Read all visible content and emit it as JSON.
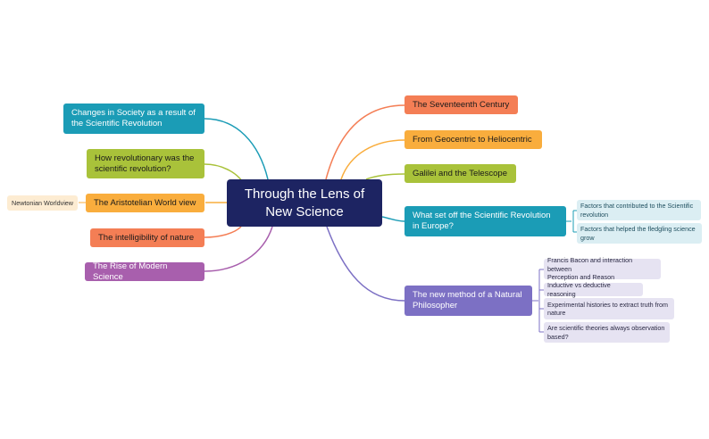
{
  "central_topic": {
    "line1": "Through the Lens of",
    "line2": "New Science"
  },
  "left_topics": [
    {
      "line1": "Changes in Society as a result of",
      "line2": "the Scientific Revolution",
      "color": "#1b9cb6"
    },
    {
      "line1": "How revolutionary was the",
      "line2": "scientific revolution?",
      "color": "#a9c23a"
    },
    {
      "label": "The Aristotelian World view",
      "color": "#f9ad3d"
    },
    {
      "label": "The intelligibility of nature",
      "color": "#f47e55"
    },
    {
      "label": "The Rise of Modern Science",
      "color": "#a85fad"
    }
  ],
  "floating_topic": {
    "label": "Newtonian Worldview"
  },
  "right_topics": [
    {
      "label": "The Seventeenth Century",
      "color": "#f47e55"
    },
    {
      "label": "From Geocentric to Heliocentric",
      "color": "#f9ad3d"
    },
    {
      "label": "Galilei and the Telescope",
      "color": "#a9c23a"
    },
    {
      "line1": "What set off the Scientific Revolution",
      "line2": "in Europe?",
      "color": "#1b9cb6"
    },
    {
      "line1": "The new method of a Natural",
      "line2": "Philosopher",
      "color": "#7c70c4"
    }
  ],
  "europe_subtopics": [
    {
      "line1": "Factors that contributed to the Scientific",
      "line2": "revolution"
    },
    {
      "line1": "Factors that helped the fledgling science",
      "line2": "grow"
    }
  ],
  "philosopher_subtopics": [
    {
      "line1": "Francis Bacon and interaction between",
      "line2": "Perception and Reason"
    },
    {
      "line1": "Inductive vs deductive reasoning",
      "line2": ""
    },
    {
      "line1": "Experimental histories to extract truth from",
      "line2": "nature"
    },
    {
      "line1": "Are scientific theories always observation",
      "line2": "based?"
    }
  ],
  "colors": {
    "central": "#1d2462",
    "teal": "#1b9cb6",
    "lime": "#a9c23a",
    "orange": "#f9ad3d",
    "coral": "#f47e55",
    "magenta": "#a85fad",
    "purple": "#7c70c4",
    "teal_light": "#dbeef3",
    "purple_light": "#e6e3f2",
    "float_bg": "#fdecd2"
  }
}
